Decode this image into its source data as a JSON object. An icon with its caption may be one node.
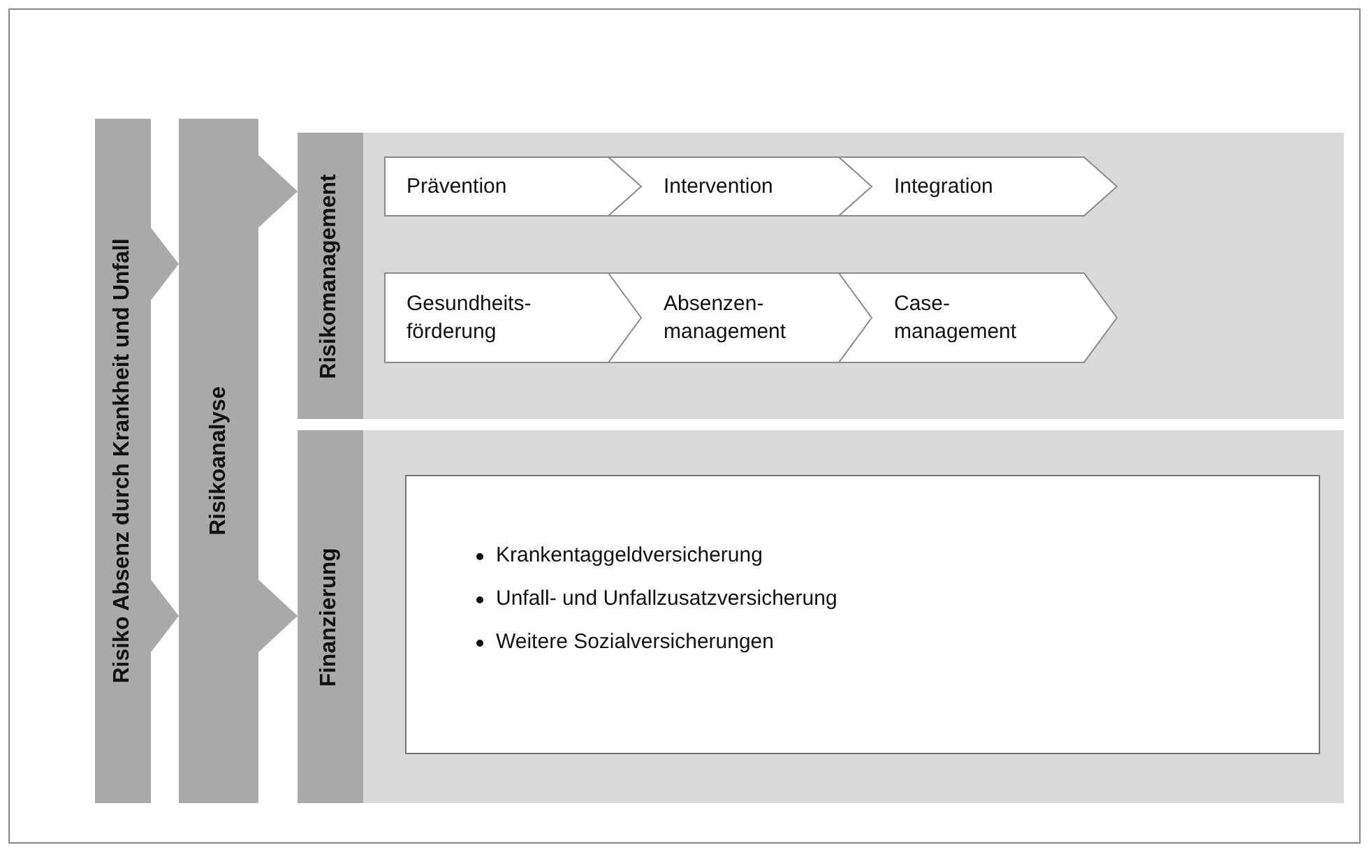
{
  "diagram": {
    "nodes": [
      {
        "text": [
          "Risiko Absenz durch Krankheit und Unfall"
        ]
      },
      {
        "text": [
          "Risikoanalyse"
        ]
      },
      {
        "text": [
          "Risikomanagement"
        ]
      },
      {
        "text": [
          "Prävention"
        ],
        "in": 2
      },
      {
        "text": [
          "Intervention"
        ],
        "in": 2
      },
      {
        "text": [
          "Integration"
        ],
        "in": 2
      },
      {
        "text": [
          "Gesundheits- förderung"
        ],
        "in": 2
      },
      {
        "text": [
          "Absenzen- management"
        ],
        "in": 2
      },
      {
        "text": [
          "Case- management"
        ],
        "in": 2
      },
      {
        "text": [
          "Finanzierung"
        ]
      },
      {
        "text": [
          "Krankentaggeldversicherung",
          "Unfall- und Unfallzusatzversicherung",
          "Weitere Sozialversicherungen"
        ],
        "in": 9
      }
    ],
    "edges": [
      {
        "from": 0,
        "to": 1,
        "arrow": "to"
      },
      {
        "from": 0,
        "to": 1,
        "arrow": "to"
      },
      {
        "from": 1,
        "to": 2,
        "arrow": "to"
      },
      {
        "from": 1,
        "to": 9,
        "arrow": "to"
      }
    ]
  }
}
